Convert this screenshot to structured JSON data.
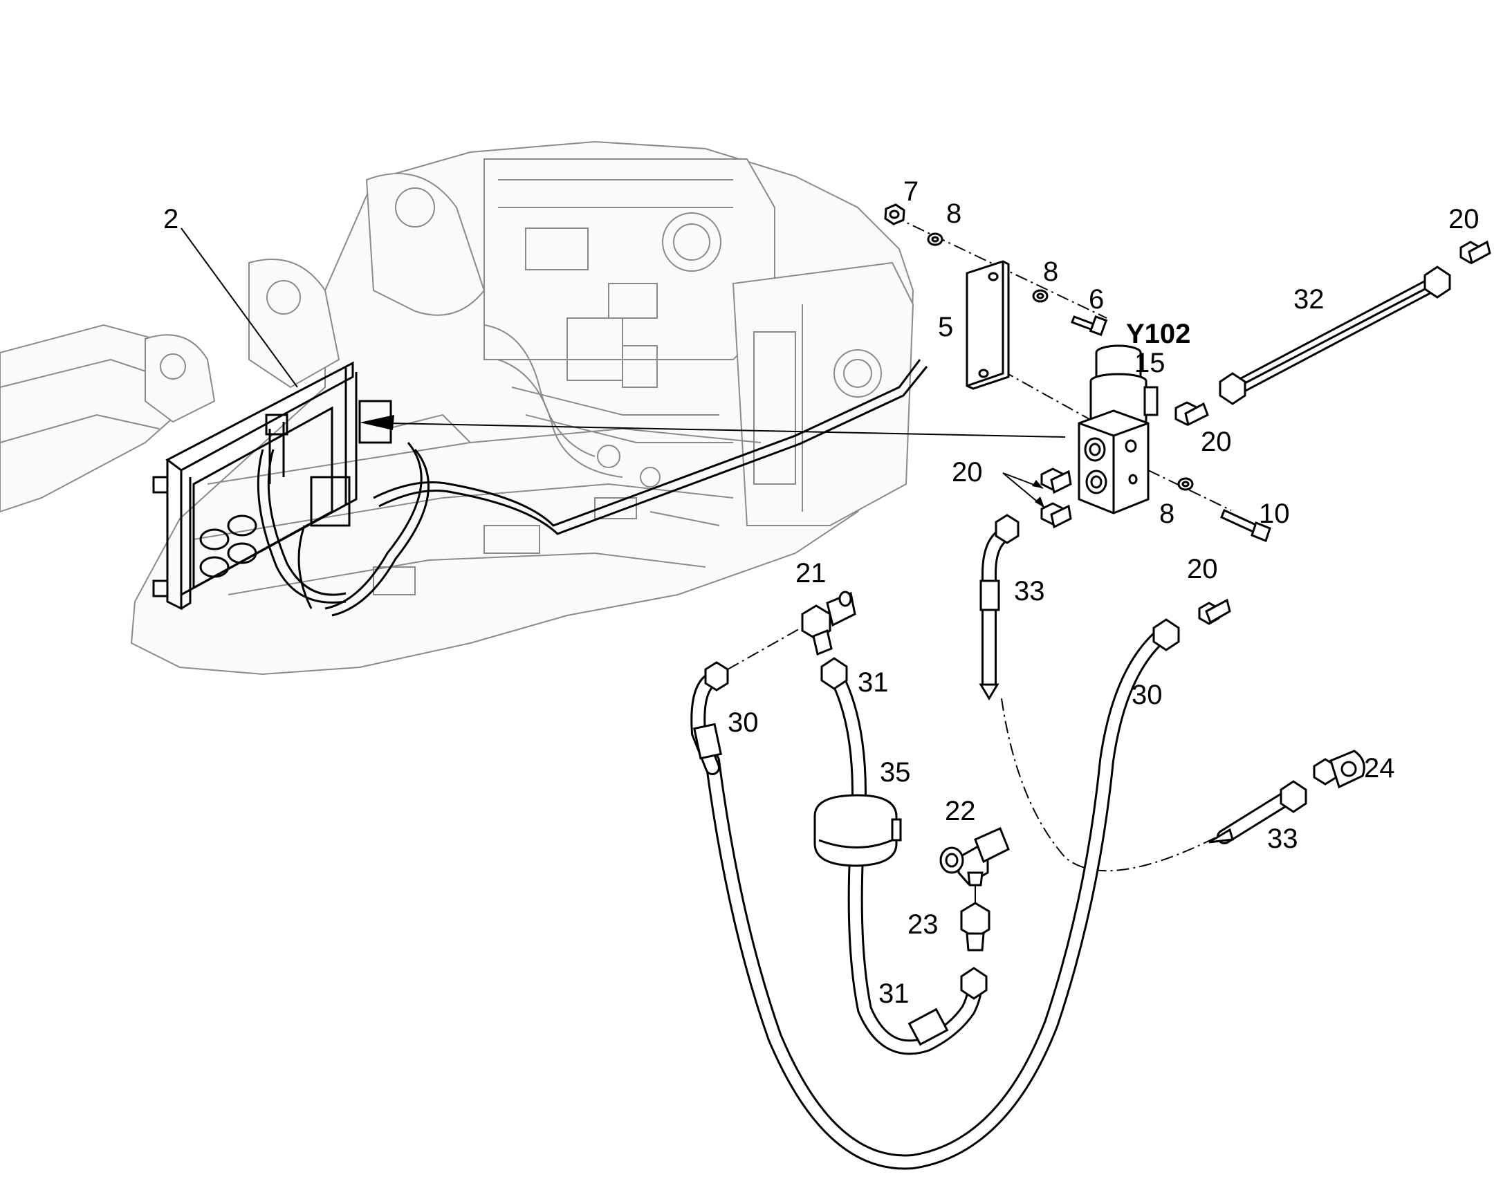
{
  "diagram": {
    "callouts": {
      "c2": "2",
      "c5": "5",
      "c6": "6",
      "c7": "7",
      "c8a": "8",
      "c8b": "8",
      "c8c": "8",
      "c10": "10",
      "c15": "15",
      "y102": "Y102",
      "c20a": "20",
      "c20b": "20",
      "c20c": "20",
      "c20d": "20",
      "c21": "21",
      "c22": "22",
      "c23": "23",
      "c24": "24",
      "c30a": "30",
      "c30b": "30",
      "c31a": "31",
      "c31b": "31",
      "c32": "32",
      "c33a": "33",
      "c33b": "33",
      "c35": "35"
    },
    "colors": {
      "ink": "#000000",
      "background_machine": "#8a8a8a",
      "paper": "#ffffff"
    }
  }
}
